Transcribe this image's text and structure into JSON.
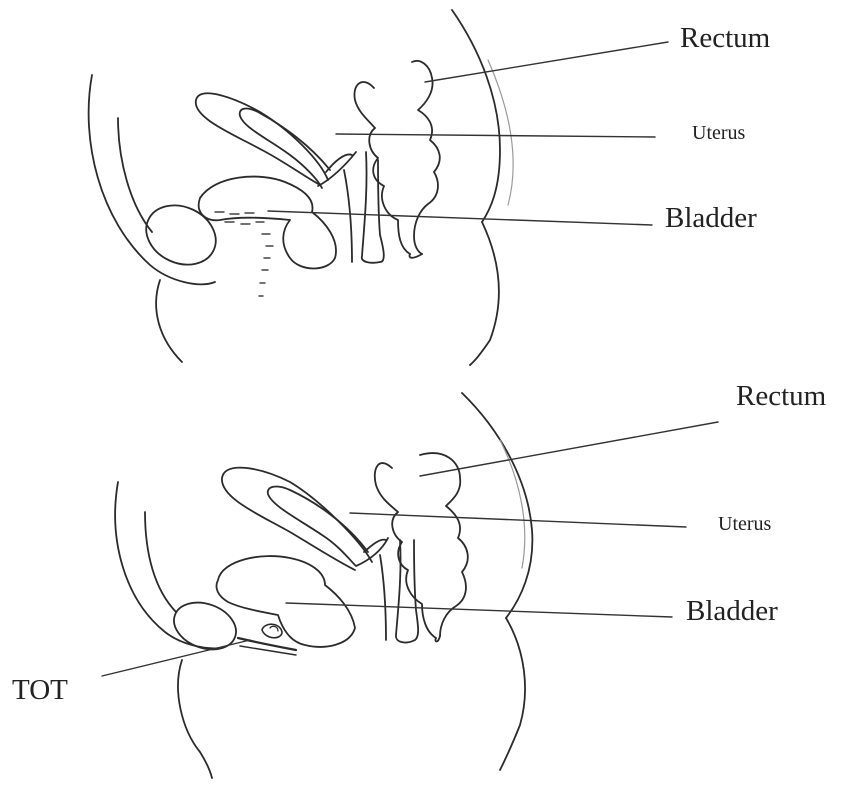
{
  "top_diagram": {
    "labels": {
      "rectum": "Rectum",
      "uterus": "Uterus",
      "bladder": "Bladder"
    }
  },
  "bottom_diagram": {
    "labels": {
      "rectum": "Rectum",
      "uterus": "Uterus",
      "bladder": "Bladder",
      "tot": "TOT"
    }
  },
  "colors": {
    "line": "#2b2b2b",
    "faint": "#9a9a9a",
    "background": "#ffffff"
  }
}
